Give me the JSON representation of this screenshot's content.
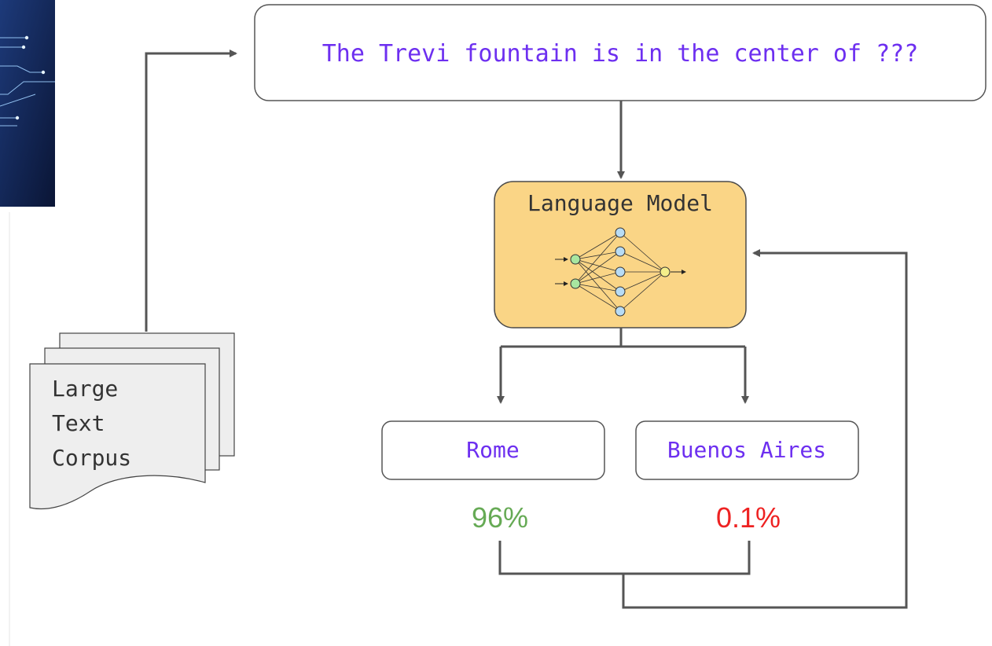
{
  "diagram": {
    "prompt": "The Trevi fountain is in the center of ???",
    "model_label": "Language Model",
    "corpus_lines": [
      "Large",
      "Text",
      "Corpus"
    ],
    "candidates": [
      {
        "label": "Rome",
        "probability": "96%",
        "probability_color": "#66aa55"
      },
      {
        "label": "Buenos Aires",
        "probability": "0.1%",
        "probability_color": "#ee2222"
      }
    ]
  },
  "colors": {
    "prompt_text": "#6d2ff0",
    "arrow": "#555555",
    "model_fill": "#fad586",
    "model_border": "#4a4a4a",
    "corpus_fill": "#eeeeee",
    "thumbnail_bg": "#0f2244"
  },
  "icons": {
    "thumbnail": "circuit-board-thumbnail",
    "model_graphic": "neural-network-icon",
    "corpus_graphic": "stacked-documents-icon"
  }
}
